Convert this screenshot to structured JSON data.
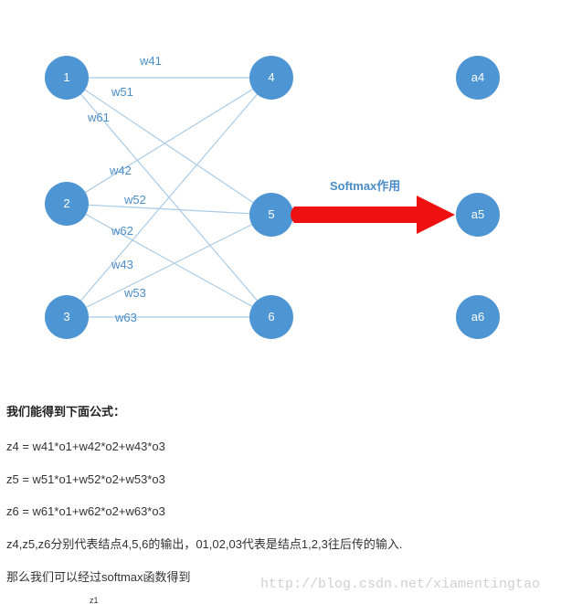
{
  "diagram": {
    "nodes": {
      "input": [
        "1",
        "2",
        "3"
      ],
      "hidden": [
        "4",
        "5",
        "6"
      ],
      "output": [
        "a4",
        "a5",
        "a6"
      ]
    },
    "weights": {
      "w41": "w41",
      "w51": "w51",
      "w61": "w61",
      "w42": "w42",
      "w52": "w52",
      "w62": "w62",
      "w43": "w43",
      "w53": "w53",
      "w63": "w63"
    },
    "arrow_label": "Softmax作用",
    "colors": {
      "node_fill": "#4d95d3",
      "edge": "#a9cbe6",
      "arrow": "#ee1111",
      "weight_text": "#4a8cc9"
    }
  },
  "text": {
    "heading": "我们能得到下面公式：",
    "equations": [
      "z4 = w41*o1+w42*o2+w43*o3",
      "z5 = w51*o1+w52*o2+w53*o3",
      "z6 = w61*o1+w62*o2+w63*o3"
    ],
    "description": "z4,z5,z6分别代表结点4,5,6的输出，01,02,03代表是结点1,2,3往后传的输入.",
    "softmax_intro": "那么我们可以经过softmax函数得到",
    "formula_cutoff": "z1"
  },
  "watermark": "http://blog.csdn.net/xiamentingtao"
}
